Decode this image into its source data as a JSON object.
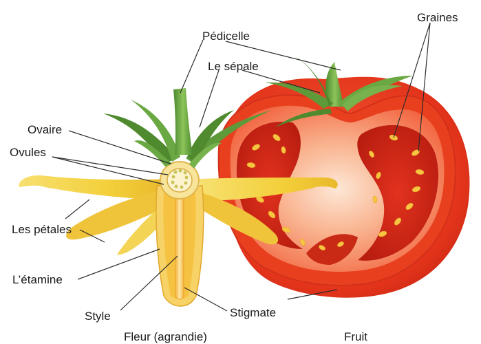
{
  "labels": {
    "graines": "Graines",
    "pedicelle": "Pédicelle",
    "sepale": "Le sépale",
    "ovaire": "Ovaire",
    "ovules": "Ovules",
    "petales": "Les pétales",
    "etamine": "L’étamine",
    "style": "Style",
    "stigmate": "Stigmate",
    "fleur": "Fleur (agrandie)",
    "fruit": "Fruit"
  },
  "colors": {
    "tomato_skin": "#e5391f",
    "tomato_flesh": "#f47a55",
    "tomato_core": "#fde0c8",
    "seed": "#f6c542",
    "petal": "#f5d84a",
    "stem_green": "#5f9a3a",
    "leader_line": "#2b2b2b"
  }
}
